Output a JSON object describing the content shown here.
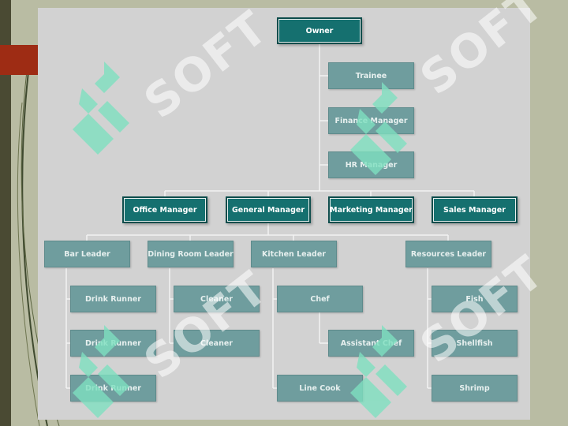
{
  "watermark": {
    "text": "SOFT"
  },
  "colors": {
    "dark_node": "#15706f",
    "light_node": "#6f9d9e",
    "panel": "#d2d2d2",
    "accent": "#9e2c14",
    "line": "#f2f2f2"
  },
  "nodes": {
    "owner": "Owner",
    "trainee": "Trainee",
    "finance_manager": "Finance Manager",
    "hr_manager": "HR Manager",
    "office_manager": "Office Manager",
    "general_manager": "General Manager",
    "marketing_manager": "Marketing Manager",
    "sales_manager": "Sales Manager",
    "bar_leader": "Bar Leader",
    "dining_room_leader": "Dining Room Leader",
    "kitchen_leader": "Kitchen Leader",
    "resources_leader": "Resources Leader",
    "drink_runner_1": "Drink Runner",
    "drink_runner_2": "Drink Runner",
    "drink_runner_3": "Drink Runner",
    "cleaner_1": "Cleaner",
    "cleaner_2": "Cleaner",
    "chef": "Chef",
    "assistant_chef": "Assistant Chef",
    "line_cook": "Line Cook",
    "fish": "Fish",
    "shellfish": "Shellfish",
    "shrimp": "Shrimp"
  }
}
